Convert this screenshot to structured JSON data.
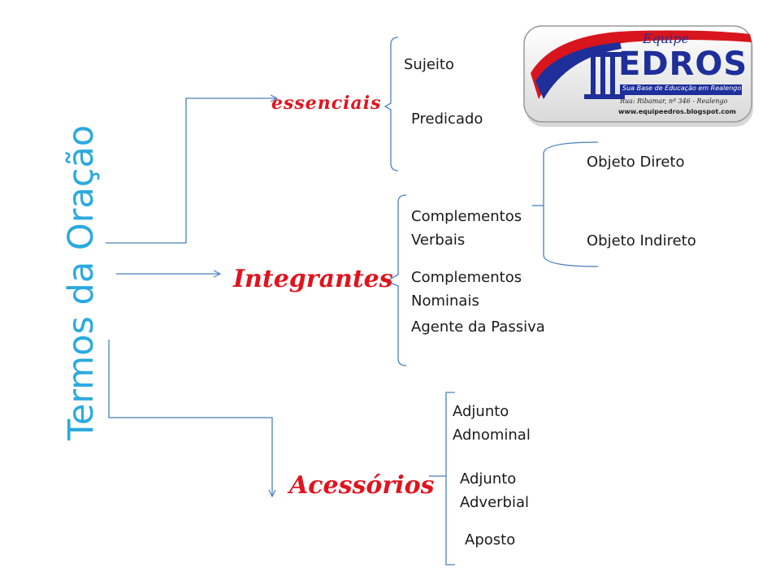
{
  "colors": {
    "line": "#4a7fbf",
    "title": "#2aaadf",
    "category": "#e0141e",
    "logo_blue": "#1e2f9a",
    "logo_red": "#d8151d"
  },
  "title": "Termos da Oração",
  "categories": {
    "essenciais": "essenciais",
    "integrantes": "Integrantes",
    "acessorios": "Acessórios"
  },
  "essenciais_items": [
    "Sujeito",
    "Predicado"
  ],
  "integrantes_items": {
    "complementos_verbais": [
      "Complementos",
      "Verbais"
    ],
    "complementos_nominais": [
      "Complementos",
      "Nominais"
    ],
    "agente_passiva": "Agente da Passiva"
  },
  "objetos": [
    "Objeto Direto",
    "Objeto Indireto"
  ],
  "acessorios_items": {
    "adjunto_adnominal": [
      "Adjunto",
      "Adnominal"
    ],
    "adjunto_adverbial": [
      "Adjunto",
      "Adverbial"
    ],
    "aposto": "Aposto"
  },
  "logo": {
    "script": "Equipe",
    "name": "EDROS",
    "slogan": "Sua Base de Educação em Realengo",
    "address": "Rua: Ribamar, nº 346 - Realengo",
    "url": "www.equipeedros.blogspot.com"
  }
}
